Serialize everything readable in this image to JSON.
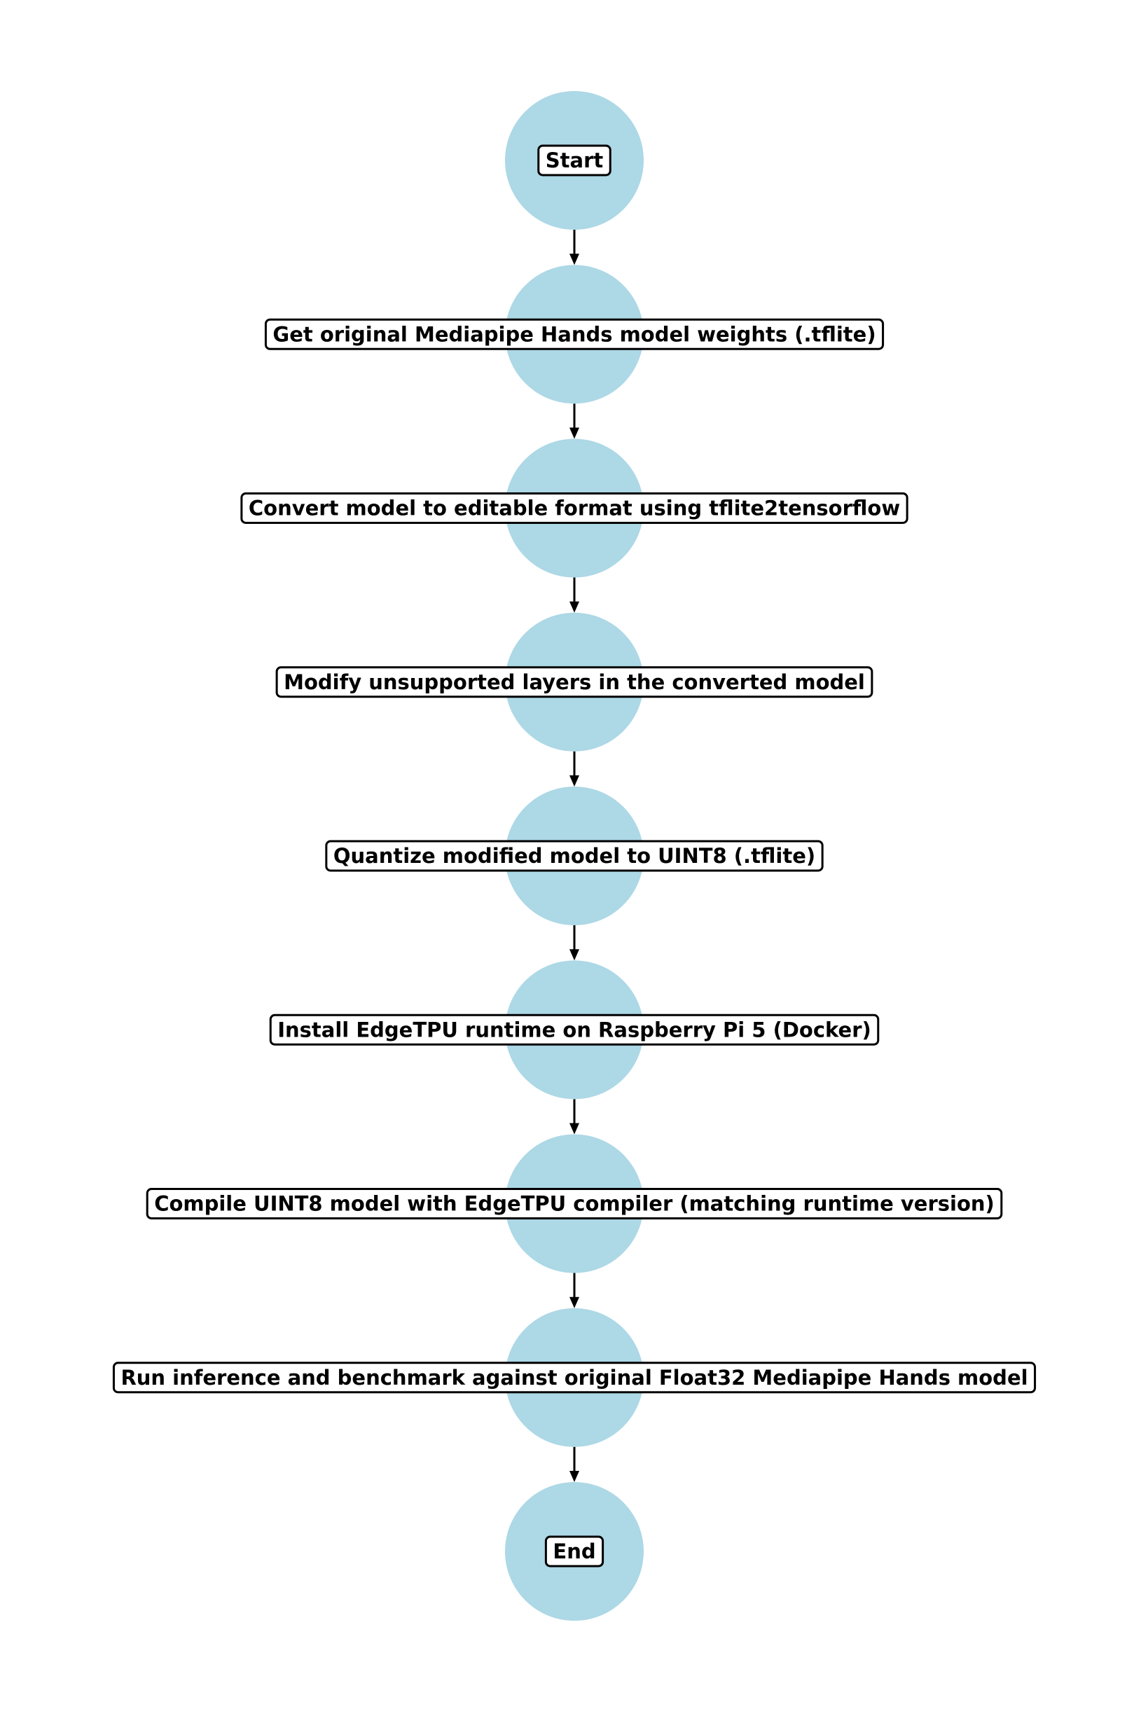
{
  "diagram": {
    "type": "flowchart",
    "direction": "top-to-bottom",
    "node_shape": "circle",
    "colors": {
      "node_fill": "#add8e6",
      "label_background": "#ffffff",
      "label_border": "#000000",
      "edge": "#000000",
      "text": "#000000"
    },
    "nodes": [
      {
        "id": "start",
        "label": "Start"
      },
      {
        "id": "get_weights",
        "label": "Get original Mediapipe Hands model weights (.tflite)"
      },
      {
        "id": "convert",
        "label": "Convert model to editable format using tflite2tensorflow"
      },
      {
        "id": "modify",
        "label": "Modify unsupported layers in the converted model"
      },
      {
        "id": "quantize",
        "label": "Quantize modified model to UINT8 (.tflite)"
      },
      {
        "id": "install_runtime",
        "label": "Install EdgeTPU runtime on Raspberry Pi 5 (Docker)"
      },
      {
        "id": "compile",
        "label": "Compile UINT8 model with EdgeTPU compiler (matching runtime version)"
      },
      {
        "id": "run_benchmark",
        "label": "Run inference and benchmark against original Float32 Mediapipe Hands model"
      },
      {
        "id": "end",
        "label": "End"
      }
    ],
    "edges": [
      {
        "from": "start",
        "to": "get_weights"
      },
      {
        "from": "get_weights",
        "to": "convert"
      },
      {
        "from": "convert",
        "to": "modify"
      },
      {
        "from": "modify",
        "to": "quantize"
      },
      {
        "from": "quantize",
        "to": "install_runtime"
      },
      {
        "from": "install_runtime",
        "to": "compile"
      },
      {
        "from": "compile",
        "to": "run_benchmark"
      },
      {
        "from": "run_benchmark",
        "to": "end"
      }
    ]
  }
}
